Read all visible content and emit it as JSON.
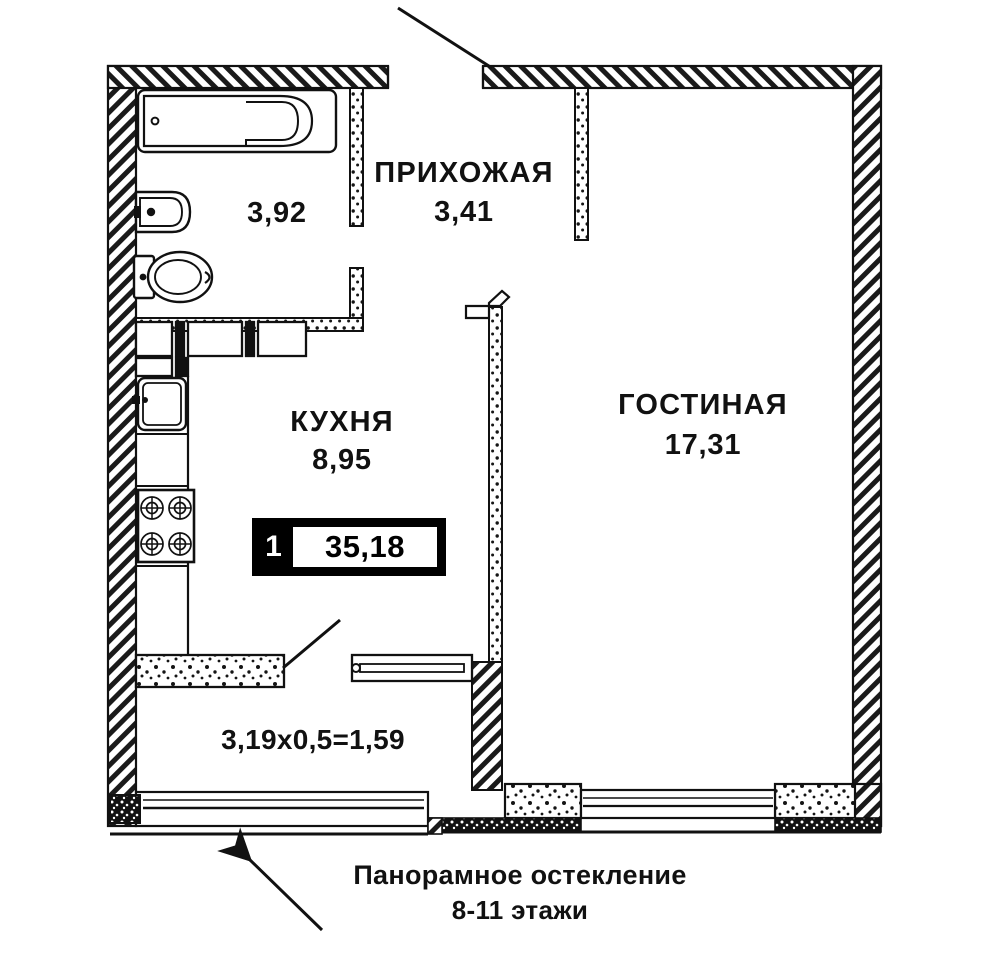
{
  "plan": {
    "type": "apartment-floor-plan",
    "badge": {
      "rooms": "1",
      "total_area": "35,18"
    },
    "rooms": [
      {
        "key": "bathroom",
        "name": "",
        "area": "3,92",
        "name_visible": false
      },
      {
        "key": "hallway",
        "name": "ПРИХОЖАЯ",
        "area": "3,41",
        "name_visible": true
      },
      {
        "key": "kitchen",
        "name": "КУХНЯ",
        "area": "8,95",
        "name_visible": true
      },
      {
        "key": "living_room",
        "name": "ГОСТИНАЯ",
        "area": "17,31",
        "name_visible": true
      }
    ],
    "balcony": {
      "label": "3,19x0,5=1,59",
      "width": "3,19",
      "depth": "0,5",
      "area": "1,59"
    },
    "caption": {
      "line1": "Панорамное остекление",
      "line2": "8-11 этажи"
    },
    "colors": {
      "ink": "#111111",
      "wall_fill": "#ffffff",
      "hatch": "#1a1a1a",
      "badge_bg": "#000000",
      "badge_text": "#ffffff",
      "paper": "#ffffff"
    },
    "fixtures": [
      "bathtub",
      "washbasin",
      "toilet",
      "closet-row",
      "kitchen-sink",
      "cooktop-4-burner",
      "entry-door",
      "balcony-door",
      "panoramic-window"
    ]
  }
}
